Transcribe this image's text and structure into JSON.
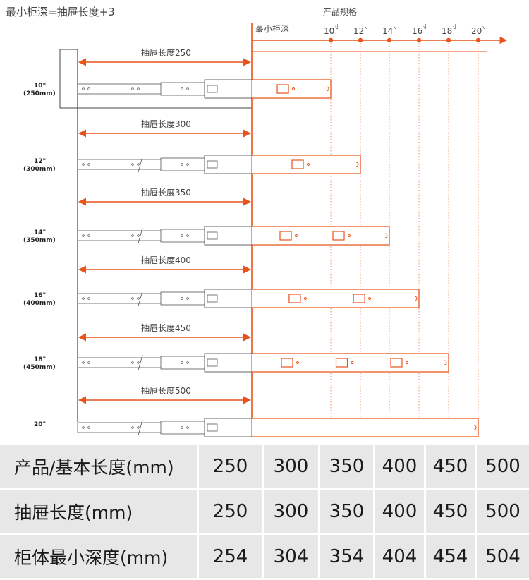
{
  "header": {
    "formula": "最小柜深=抽屉长度+3",
    "product_spec_label": "产品规格",
    "min_depth_label": "最小柜深"
  },
  "scale": {
    "inch_marks": [
      "10",
      "12",
      "14",
      "16",
      "18",
      "20"
    ],
    "inch_unit": "寸"
  },
  "rows": [
    {
      "inch": "10\"",
      "mm": "(250mm)",
      "drawer_label": "抽屉长度250",
      "slots": 1
    },
    {
      "inch": "12\"",
      "mm": "(300mm)",
      "drawer_label": "抽屉长度300",
      "slots": 1
    },
    {
      "inch": "14\"",
      "mm": "(350mm)",
      "drawer_label": "抽屉长度350",
      "slots": 2
    },
    {
      "inch": "16\"",
      "mm": "(400mm)",
      "drawer_label": "抽屉长度400",
      "slots": 2
    },
    {
      "inch": "18\"",
      "mm": "(450mm)",
      "drawer_label": "抽屉长度450",
      "slots": 3
    },
    {
      "inch": "20\"",
      "mm": "",
      "drawer_label": "抽屉长度500",
      "slots": 0
    }
  ],
  "colors": {
    "accent": "#e8531c",
    "line": "#333333",
    "table_bg": "#e7e7e7"
  },
  "table": {
    "rows": [
      {
        "label": "产品/基本长度(mm)",
        "values": [
          "250",
          "300",
          "350",
          "400",
          "450",
          "500"
        ]
      },
      {
        "label": "抽屉长度(mm)",
        "values": [
          "250",
          "300",
          "350",
          "400",
          "450",
          "500"
        ]
      },
      {
        "label": "柜体最小深度(mm)",
        "values": [
          "254",
          "304",
          "354",
          "404",
          "454",
          "504"
        ]
      }
    ]
  }
}
